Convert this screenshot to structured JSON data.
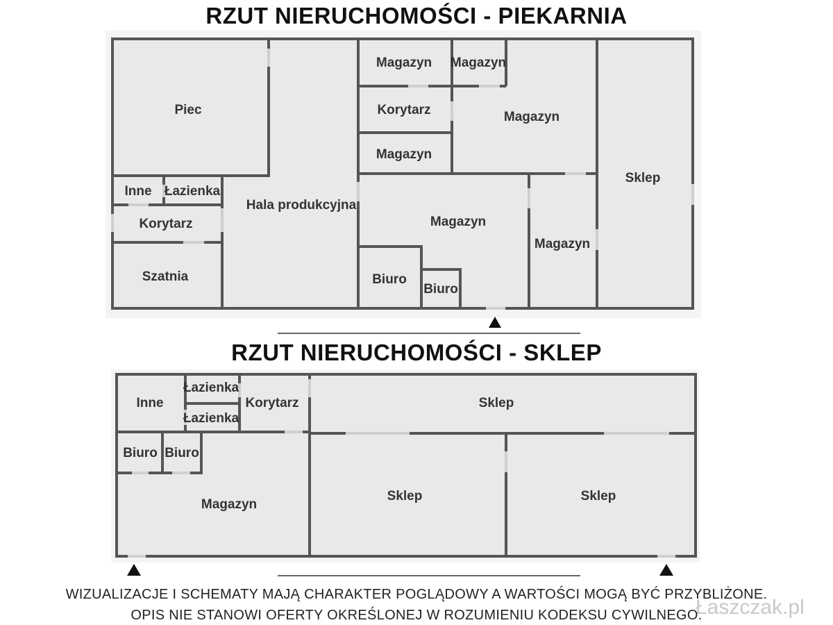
{
  "piekarnia": {
    "title": "RZUT NIERUCHOMOŚCI - PIEKARNIA",
    "rooms": [
      "Piec",
      "Hala produkcyjna",
      "Inne",
      "Łazienka",
      "Korytarz",
      "Szatnia",
      "Magazyn",
      "Magazyn",
      "Korytarz",
      "Magazyn",
      "Magazyn",
      "Magazyn",
      "Biuro",
      "Biuro",
      "Magazyn",
      "Sklep"
    ]
  },
  "sklep": {
    "title": "RZUT NIERUCHOMOŚCI - SKLEP",
    "rooms": [
      "Inne",
      "Łazienka",
      "Łazienka",
      "Korytarz",
      "Sklep",
      "Biuro",
      "Biuro",
      "Magazyn",
      "Sklep",
      "Sklep"
    ]
  },
  "footer": {
    "line1": "WIZUALIZACJE I SCHEMATY MAJĄ CHARAKTER POGLĄDOWY A WARTOŚCI MOGĄ BYĆ PRZYBLIŻONE.",
    "line2": "OPIS NIE STANOWI OFERTY OKREŚLONEJ W ROZUMIENIU KODEKSU CYWILNEGO."
  },
  "watermark": "Łaszczak.pl",
  "colors": {
    "wall": "#555555",
    "floor": "#e9e9e9",
    "door": "#d4d4d4",
    "text": "#333333"
  }
}
